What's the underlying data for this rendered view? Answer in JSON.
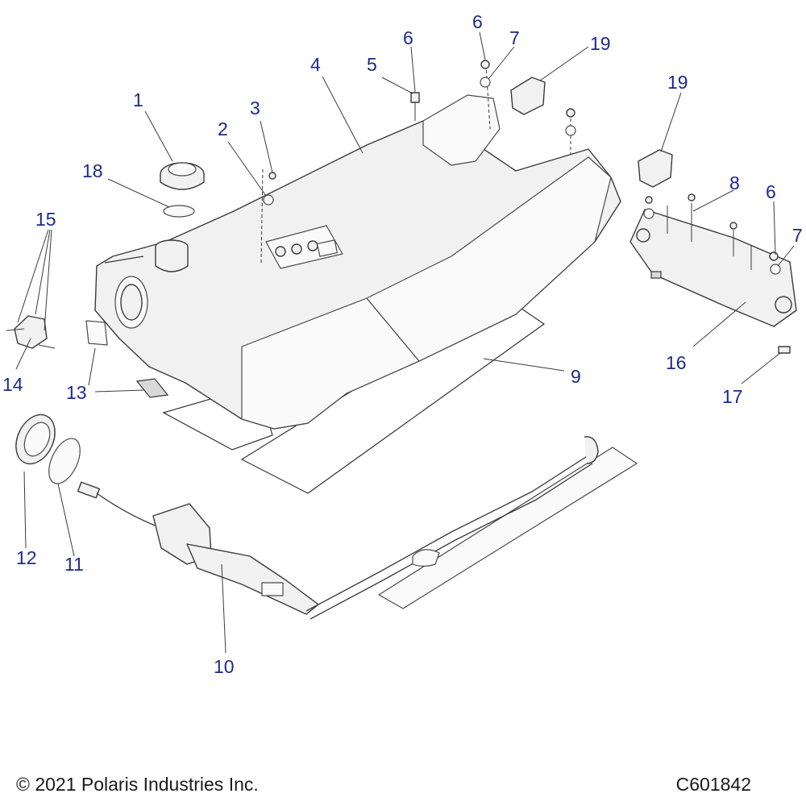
{
  "footer": {
    "copyright": "© 2021 Polaris Industries Inc.",
    "drawing_code": "C601842"
  },
  "callouts": {
    "c1": "1",
    "c2": "2",
    "c3": "3",
    "c4": "4",
    "c5": "5",
    "c6a": "6",
    "c6b": "6",
    "c6c": "6",
    "c7a": "7",
    "c7b": "7",
    "c8": "8",
    "c9": "9",
    "c10": "10",
    "c11": "11",
    "c12": "12",
    "c13": "13",
    "c14": "14",
    "c15": "15",
    "c16": "16",
    "c17": "17",
    "c18": "18",
    "c19a": "19",
    "c19b": "19"
  }
}
